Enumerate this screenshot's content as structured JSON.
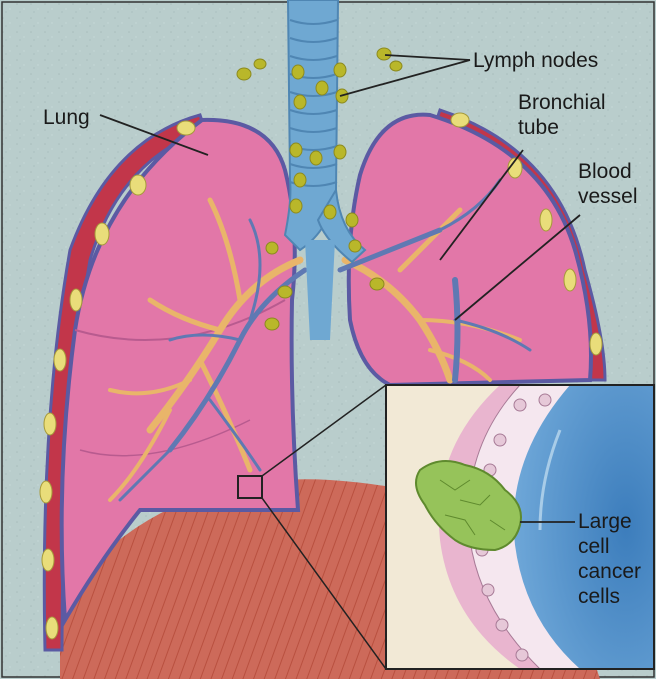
{
  "labels": {
    "lung": "Lung",
    "lymph_nodes": "Lymph nodes",
    "bronchial_tube_line1": "Bronchial",
    "bronchial_tube_line2": "tube",
    "blood_vessel_line1": "Blood",
    "blood_vessel_line2": "vessel",
    "cancer_line1": "Large",
    "cancer_line2": "cell",
    "cancer_line3": "cancer",
    "cancer_line4": "cells"
  },
  "colors": {
    "background": "#b9cdcc",
    "lung_fill": "#e277a8",
    "lung_outline": "#5b5aa3",
    "pleura_red": "#c2364a",
    "lymph_node": "#b9b72a",
    "pleura_node": "#e9dd7a",
    "trachea": "#6fa8d2",
    "bronchi_orange": "#e9b56a",
    "vessel_blue": "#5f79b3",
    "diaphragm": "#c85c4e",
    "inset_tissue": "#f2e9d6",
    "inset_airway": "#4e8fc7",
    "cancer_green": "#96c35a"
  }
}
